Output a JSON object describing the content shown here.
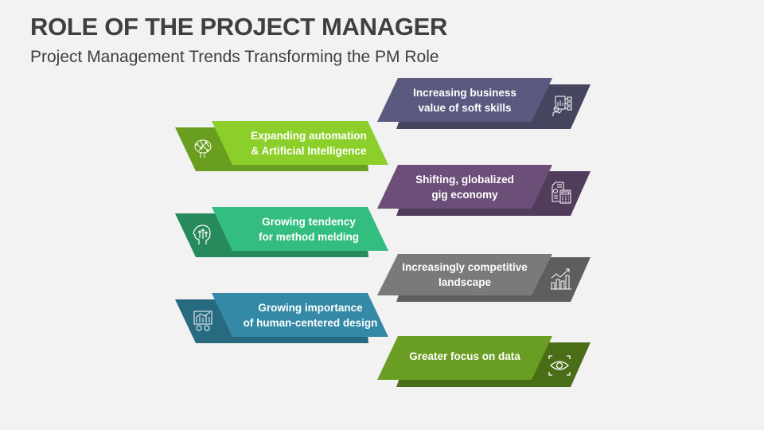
{
  "header": {
    "title": "ROLE OF THE PROJECT MANAGER",
    "subtitle": "Project Management Trends Transforming the PM Role"
  },
  "left_cards": [
    {
      "label": "Expanding automation\n& Artificial Intelligence",
      "icon": "ai-brain-icon",
      "front_color": "#8ccf2a",
      "back_color": "#6a9e1f"
    },
    {
      "label": "Growing tendency\nfor method melding",
      "icon": "head-arrows-icon",
      "front_color": "#33be80",
      "back_color": "#268a5c"
    },
    {
      "label": "Growing importance\nof  human-centered design",
      "icon": "chart-gears-icon",
      "front_color": "#3389a6",
      "back_color": "#286a80"
    }
  ],
  "right_cards": [
    {
      "label": "Increasing business\nvalue of soft skills",
      "icon": "presentation-person-icon",
      "front_color": "#5a5a80",
      "back_color": "#45455f"
    },
    {
      "label": "Shifting, globalized\ngig economy",
      "icon": "document-calculator-icon",
      "front_color": "#6b4f78",
      "back_color": "#523c5c"
    },
    {
      "label": "Increasingly competitive\nlandscape",
      "icon": "growth-chart-icon",
      "front_color": "#7a7a7a",
      "back_color": "#5e5e5e"
    },
    {
      "label": "Greater focus on data",
      "icon": "eye-scan-icon",
      "front_color": "#6a9e22",
      "back_color": "#4a6e18"
    }
  ]
}
